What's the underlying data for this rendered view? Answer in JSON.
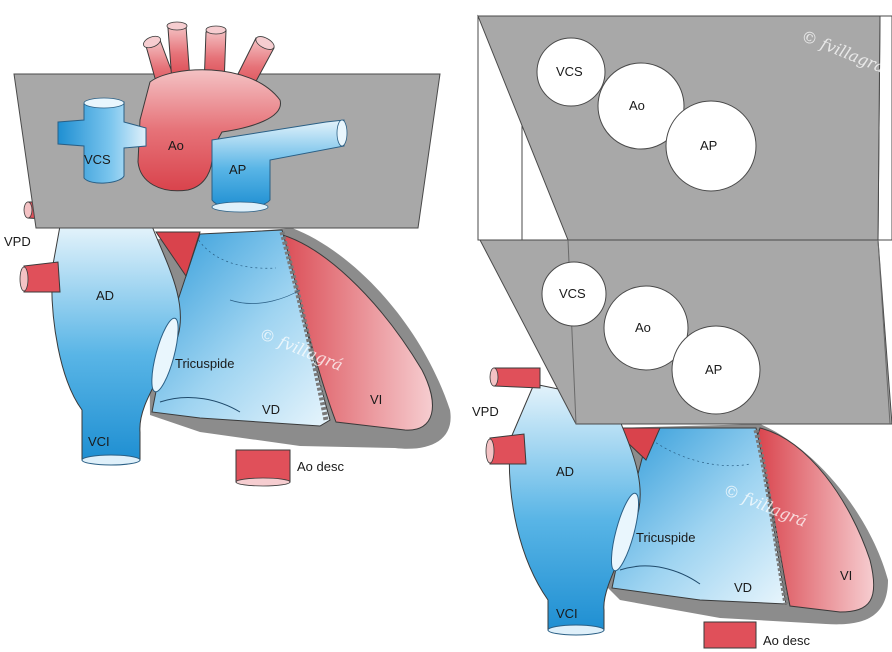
{
  "left_panel": {
    "labels": {
      "vcs": "VCS",
      "ao": "Ao",
      "ap": "AP",
      "vpd": "VPD",
      "ad": "AD",
      "tricuspide": "Tricuspide",
      "vd": "VD",
      "vi": "VI",
      "vci": "VCI",
      "ao_desc": "Ao desc"
    },
    "watermark": "© fvillagrá"
  },
  "right_panel": {
    "top_plane_labels": {
      "vcs": "VCS",
      "ao": "Ao",
      "ap": "AP"
    },
    "bottom_plane_labels": {
      "vcs": "VCS",
      "ao": "Ao",
      "ap": "AP"
    },
    "labels": {
      "vpd": "VPD",
      "ad": "AD",
      "tricuspide": "Tricuspide",
      "vd": "VD",
      "vi": "VI",
      "vci": "VCI",
      "ao_desc": "Ao desc"
    },
    "watermark_top": "© fvillagrá",
    "watermark_heart": "© fvillagrá"
  },
  "colors": {
    "venous_blue": "#2a9ad8",
    "arterial_red": "#e0505a",
    "plane_gray": "#a8a8a8",
    "pericardium_gray": "#8c8c8c"
  }
}
